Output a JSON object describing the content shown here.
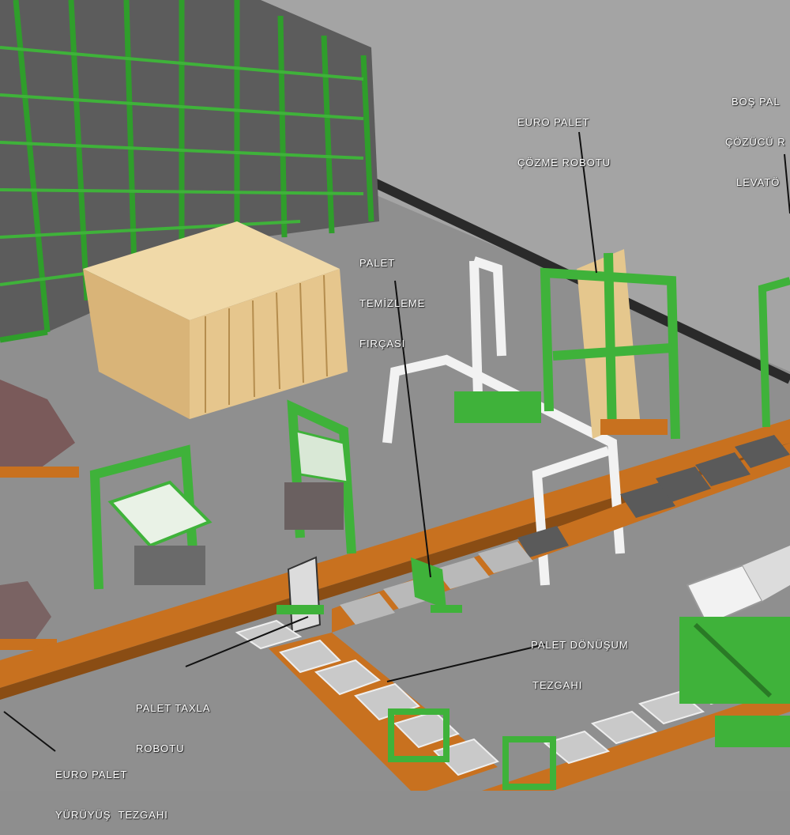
{
  "colors": {
    "floor": "#8e8e8e",
    "floor_far": "#a3a3a3",
    "machine_green": "#3fb23a",
    "conveyor_orange": "#c8711f",
    "pallet_wood": "#e5c78d",
    "concrete_block": "#6d6d6d",
    "white_frame": "#f2f2f2"
  },
  "labels": {
    "euro_palet_cozme": [
      "EURO PALET",
      "ÇÖZME ROBOTU"
    ],
    "bos_palet": [
      "BOŞ PAL",
      "ÇÖZÜCÜ R",
      "LEVATÖ"
    ],
    "palet_temizleme": [
      "PALET",
      "TEMİZLEME",
      "FIRÇASI"
    ],
    "palet_donusum": [
      "PALET DÖNÜŞUM",
      "TEZGAHI"
    ],
    "palet_taxla": [
      "PALET TAXLA",
      "ROBOTU"
    ],
    "euro_palet_yuruyus": [
      "EURO PALET",
      "YÜRÜYÜŞ  TEZGAHI"
    ]
  }
}
